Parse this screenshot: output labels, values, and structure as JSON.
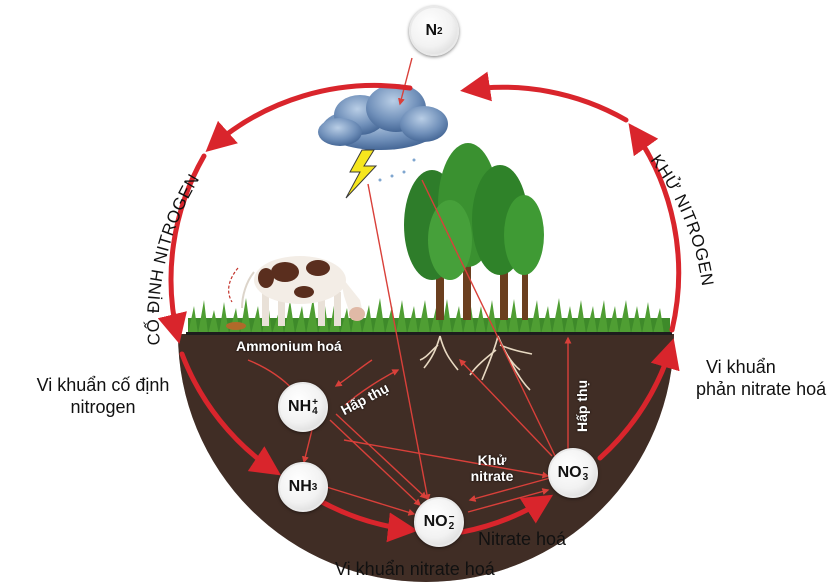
{
  "colors": {
    "cycle_arrow": "#d9252c",
    "soil": "#3b2a22",
    "grass": "#3e8a2a",
    "sky": "#ffffff"
  },
  "arcs": {
    "left": "CỐ ĐỊNH NITROGEN",
    "right": "KHỬ NITROGEN"
  },
  "labels": {
    "fixing_bacteria": [
      "Vi khuẩn cố định",
      "nitrogen"
    ],
    "denitrifying_bacteria": [
      "Vi khuẩn",
      "phản nitrate hoá"
    ],
    "nitrifying_bacteria": "Vi khuẩn nitrate hoá",
    "nitrification": "Nitrate hoá",
    "ammonification": "Ammonium hoá",
    "absorption_left": "Hấp thụ",
    "absorption_right": "Hấp thụ",
    "nitrate_reduction": [
      "Khử",
      "nitrate"
    ]
  },
  "nodes": {
    "n2": {
      "base": "N",
      "sub": "2",
      "sup": ""
    },
    "nh4": {
      "base": "NH",
      "sub": "4",
      "sup": "+"
    },
    "nh3": {
      "base": "NH",
      "sub": "3",
      "sup": ""
    },
    "no2": {
      "base": "NO",
      "sub": "2",
      "sup": "−"
    },
    "no3": {
      "base": "NO",
      "sub": "3",
      "sup": "−"
    }
  },
  "icons": [
    "cloud-icon",
    "lightning-icon",
    "cow-icon",
    "trees-icon",
    "roots-icon"
  ]
}
